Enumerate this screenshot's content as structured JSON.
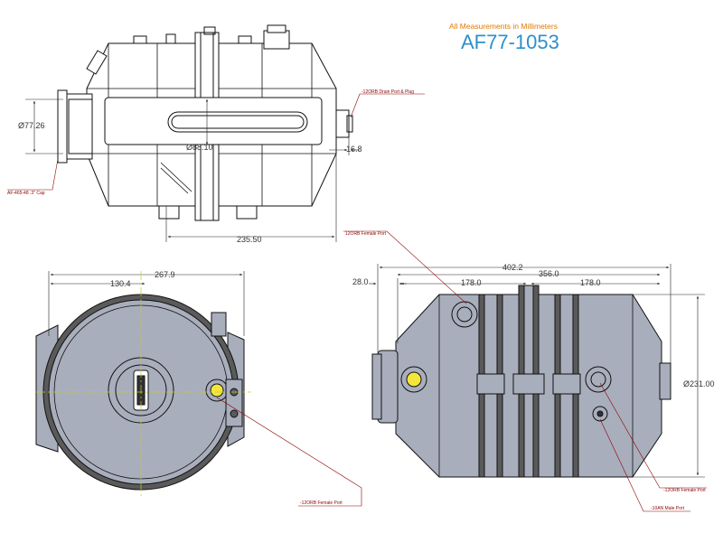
{
  "header": {
    "subtitle": "All Measurements in Millimeters",
    "part_number": "AF77-1053"
  },
  "colors": {
    "title": "#2e8fc9",
    "subtitle": "#e07b00",
    "note": "#8b0000",
    "body_fill": "#a9aebd",
    "band_fill": "#5a5a5a",
    "port_fill": "#f2e63a",
    "dimension_center": "#c8c832"
  },
  "views": {
    "side": {
      "dims": {
        "inlet_diameter": "Ø77.26",
        "center_diameter": "Ø88.10",
        "overall_length": "235.50",
        "drain_offset": "16.8"
      },
      "notes": {
        "drain_port": "-12ORB Drain Port & Plug",
        "cap": "AF-465-48 .3\" Cap"
      }
    },
    "end": {
      "dims": {
        "overall_width": "267.9",
        "center_width": "130.4"
      },
      "notes": {
        "female_port": "-12ORB Female Port"
      }
    },
    "iso": {
      "dims": {
        "overall_length": "402.2",
        "stub": "28.0",
        "left_section": "178.0",
        "center_span": "356.0",
        "right_section": "178.0",
        "body_diameter": "Ø231.00"
      },
      "notes": {
        "top_female_port": "12ORB Female Port",
        "right_female_port": "-12ORB Female Port",
        "male_port": "-10AN Male Port"
      }
    }
  }
}
